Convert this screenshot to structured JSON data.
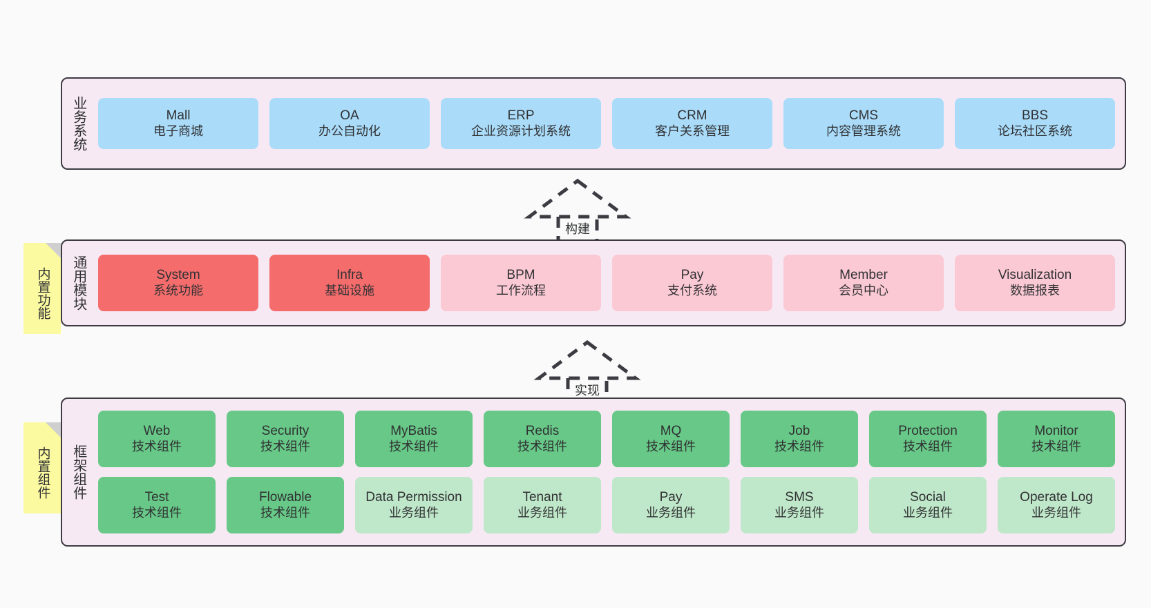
{
  "layers": [
    {
      "key": "business",
      "caption": "业务系统",
      "rows": [
        [
          {
            "en": "Mall",
            "cn": "电子商城",
            "color": "c-blue",
            "name": "card-mall"
          },
          {
            "en": "OA",
            "cn": "办公自动化",
            "color": "c-blue",
            "name": "card-oa"
          },
          {
            "en": "ERP",
            "cn": "企业资源计划系统",
            "color": "c-blue",
            "name": "card-erp"
          },
          {
            "en": "CRM",
            "cn": "客户关系管理",
            "color": "c-blue",
            "name": "card-crm"
          },
          {
            "en": "CMS",
            "cn": "内容管理系统",
            "color": "c-blue",
            "name": "card-cms"
          },
          {
            "en": "BBS",
            "cn": "论坛社区系统",
            "color": "c-blue",
            "name": "card-bbs"
          }
        ]
      ]
    },
    {
      "key": "common",
      "caption": "通用模块",
      "rows": [
        [
          {
            "en": "System",
            "cn": "系统功能",
            "color": "c-red",
            "name": "card-system"
          },
          {
            "en": "Infra",
            "cn": "基础设施",
            "color": "c-red",
            "name": "card-infra"
          },
          {
            "en": "BPM",
            "cn": "工作流程",
            "color": "c-pink",
            "name": "card-bpm"
          },
          {
            "en": "Pay",
            "cn": "支付系统",
            "color": "c-pink",
            "name": "card-pay"
          },
          {
            "en": "Member",
            "cn": "会员中心",
            "color": "c-pink",
            "name": "card-member"
          },
          {
            "en": "Visualization",
            "cn": "数据报表",
            "color": "c-pink",
            "name": "card-visualization"
          }
        ]
      ]
    },
    {
      "key": "framework",
      "caption": "框架组件",
      "rows": [
        [
          {
            "en": "Web",
            "cn": "技术组件",
            "color": "c-green",
            "name": "card-web"
          },
          {
            "en": "Security",
            "cn": "技术组件",
            "color": "c-green",
            "name": "card-security"
          },
          {
            "en": "MyBatis",
            "cn": "技术组件",
            "color": "c-green",
            "name": "card-mybatis"
          },
          {
            "en": "Redis",
            "cn": "技术组件",
            "color": "c-green",
            "name": "card-redis"
          },
          {
            "en": "MQ",
            "cn": "技术组件",
            "color": "c-green",
            "name": "card-mq"
          },
          {
            "en": "Job",
            "cn": "技术组件",
            "color": "c-green",
            "name": "card-job"
          },
          {
            "en": "Protection",
            "cn": "技术组件",
            "color": "c-green",
            "name": "card-protection"
          },
          {
            "en": "Monitor",
            "cn": "技术组件",
            "color": "c-green",
            "name": "card-monitor"
          }
        ],
        [
          {
            "en": "Test",
            "cn": "技术组件",
            "color": "c-green",
            "name": "card-test"
          },
          {
            "en": "Flowable",
            "cn": "技术组件",
            "color": "c-green",
            "name": "card-flowable"
          },
          {
            "en": "Data Permission",
            "cn": "业务组件",
            "color": "c-lightgreen",
            "name": "card-data-permission"
          },
          {
            "en": "Tenant",
            "cn": "业务组件",
            "color": "c-lightgreen",
            "name": "card-tenant"
          },
          {
            "en": "Pay",
            "cn": "业务组件",
            "color": "c-lightgreen",
            "name": "card-pay-biz"
          },
          {
            "en": "SMS",
            "cn": "业务组件",
            "color": "c-lightgreen",
            "name": "card-sms"
          },
          {
            "en": "Social",
            "cn": "业务组件",
            "color": "c-lightgreen",
            "name": "card-social"
          },
          {
            "en": "Operate Log",
            "cn": "业务组件",
            "color": "c-lightgreen",
            "name": "card-operate-log"
          }
        ]
      ]
    }
  ],
  "notes": [
    {
      "key": "common",
      "text": "内置功能",
      "name": "note-builtin-features"
    },
    {
      "key": "framework",
      "text": "内置组件",
      "name": "note-builtin-components"
    }
  ],
  "arrows": [
    {
      "key": "build",
      "label": "构建",
      "name": "arrow-build"
    },
    {
      "key": "realize",
      "label": "实现",
      "name": "arrow-realize"
    }
  ],
  "colors": {
    "background": "#fafafa",
    "layer_fill": "#f7e9f4",
    "layer_border": "#3d3b42",
    "blue": "#aadcfa",
    "red": "#f56c6c",
    "pink": "#fbc9d4",
    "green": "#67c887",
    "light_green": "#bfe7c9",
    "note_yellow": "#fbfaa0",
    "note_fold": "#cfcfcf",
    "text": "#303133"
  }
}
